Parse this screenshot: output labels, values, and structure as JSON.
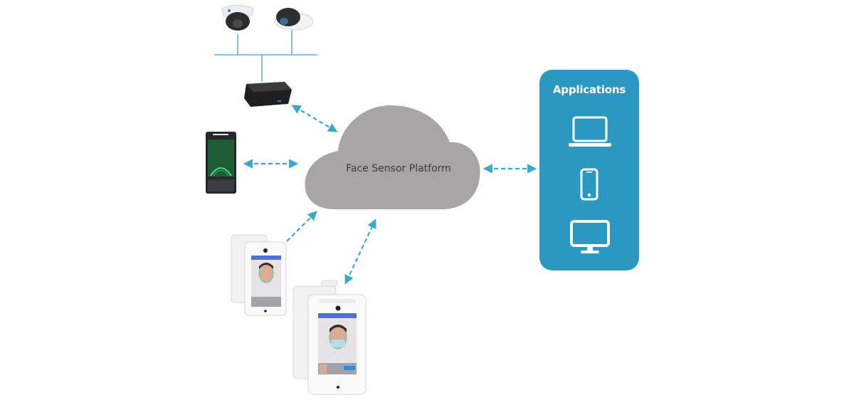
{
  "diagram": {
    "platform": {
      "label": "Face Sensor Platform",
      "color": "#a7a5a5",
      "text_color": "#3a3a3a"
    },
    "applications": {
      "title": "Applications",
      "background": "#2a98c0",
      "icons": [
        "laptop-icon",
        "smartphone-icon",
        "monitor-icon"
      ]
    },
    "arrow_color": "#3aa9c9",
    "network_line_color": "#6aa7dc",
    "devices": [
      {
        "name": "dome-camera"
      },
      {
        "name": "mini-dome-camera"
      },
      {
        "name": "edge-box"
      },
      {
        "name": "access-control-terminal"
      },
      {
        "name": "face-temperature-tablet"
      },
      {
        "name": "face-mask-tablet"
      }
    ],
    "tablet_screen": {
      "banner_color": "#4e6fd8",
      "outline_color": "#4fd1b0"
    }
  }
}
